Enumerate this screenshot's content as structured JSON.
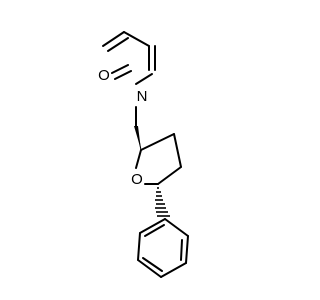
{
  "molecule": {
    "atoms": {
      "oxygen_carbonyl": "O",
      "nitrogen_amide": "N",
      "oxygen_ring": "O"
    },
    "stereo_bonds": {
      "c2_wedge": "wedge",
      "c5_hashed_wedge": "hashed-wedge"
    },
    "colors": {
      "bond": "#000000",
      "label": "#000000",
      "background": "#ffffff"
    }
  }
}
